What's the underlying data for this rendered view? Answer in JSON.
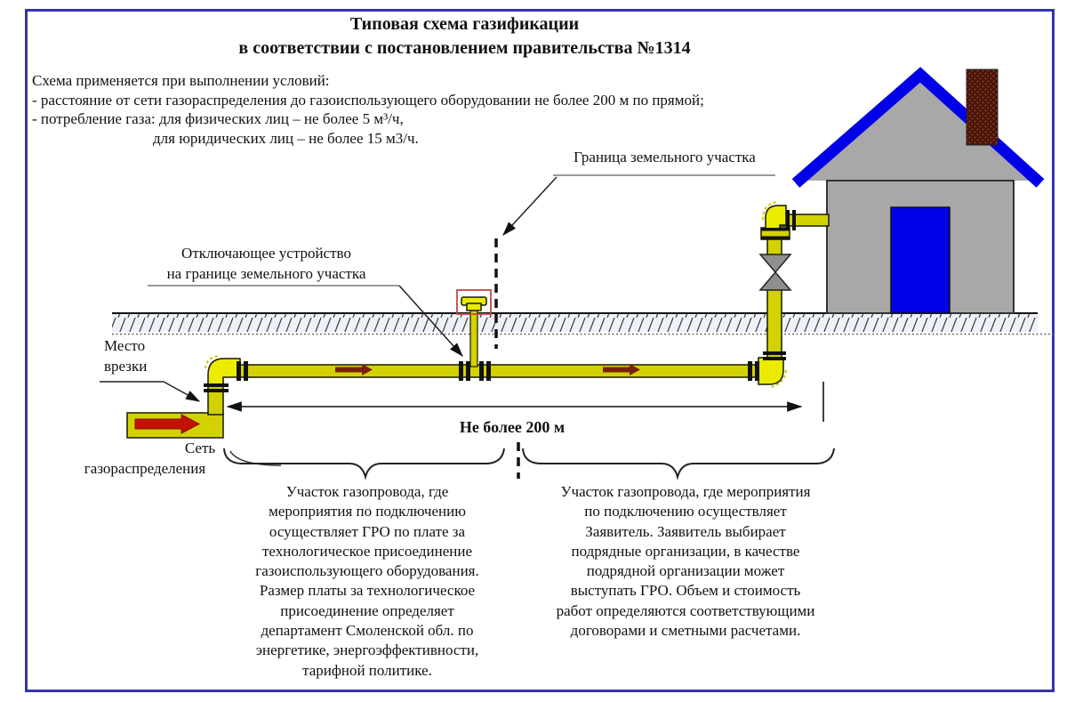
{
  "title": {
    "line1": "Типовая схема газификации",
    "line2": "в соответствии с постановлением правительства №1314"
  },
  "conditions": {
    "intro": "Схема применяется при выполнении условий:",
    "item1": "- расстояние от сети газораспределения до газоиспользующего оборудовании не более 200 м по прямой;",
    "item2": "- потребление газа:  для физических лиц – не более 5 м³/ч,",
    "item3": "для юридических лиц – не более 15 м3/ч."
  },
  "labels": {
    "boundary": "Граница земельного участка",
    "disconnect_device": [
      "Отключающее устройство",
      "на границе земельного участка"
    ],
    "tap_point": [
      "Место",
      "врезки"
    ],
    "network_word1": "Сеть",
    "network_word2": "газораспределения",
    "max_distance": "Не более 200 м"
  },
  "notes": {
    "left_segment": [
      "Участок газопровода, где",
      "мероприятия по подключению",
      "осуществляет ГРО по плате за",
      "технологическое присоединение",
      "газоиспользующего оборудования.",
      "Размер платы за  технологическое",
      "присоединение определяет",
      "департамент Смоленской обл. по",
      "энергетике, энергоэффективности,",
      "тарифной политике."
    ],
    "right_segment": [
      "Участок газопровода, где мероприятия",
      "по подключению осуществляет",
      "Заявитель. Заявитель выбирает",
      "подрядные организации, в качестве",
      "подрядной организации может",
      "выступать ГРО. Объем и стоимость",
      "работ определяются соответствующими",
      "договорами и сметными расчетами."
    ]
  },
  "colors": {
    "frame_blue": "#3434ac",
    "pipe_yellow": "#d2d203",
    "elbow_yellow": "#ebeb00",
    "house_gray": "#a8a8a8",
    "roof_blue": "#0000e8",
    "door_blue": "#0000e8",
    "chimney_brown": "#4a150a",
    "valve_gray": "#8f8f8f",
    "flow_arrow_red": "#c41200",
    "flow_arrow_dark": "#7a2008",
    "disconnect_box_red": "#c24848"
  }
}
